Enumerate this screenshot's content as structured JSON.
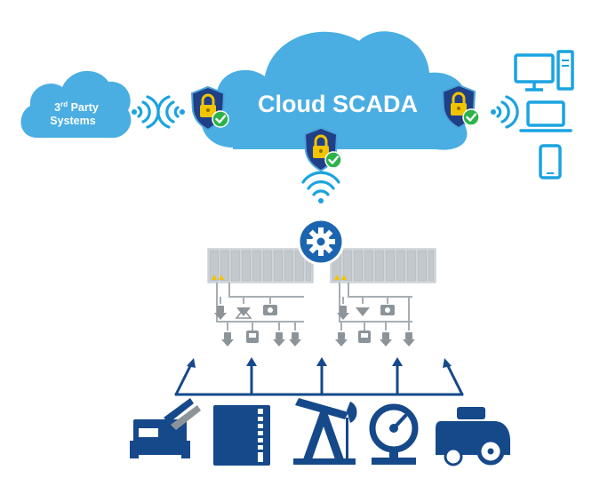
{
  "cloud": {
    "title": "Cloud SCADA"
  },
  "third_party": {
    "line1_prefix": "3",
    "line1_sup": "rd",
    "line1_suffix": " Party",
    "line2": "Systems"
  },
  "colors": {
    "cloud": "#4aaee3",
    "wifi": "#1aa3e0",
    "shield": "#1f3f86",
    "shield_trim": "#4aa3d8",
    "lock": "#f2c400",
    "check": "#2db34a",
    "devices": "#1aa3e0",
    "plant": "#15498a",
    "gear_ring": "#1b65b0",
    "rack": "#c8cdd1"
  },
  "icons": {
    "security": "shield-lock-check-icon",
    "wireless": "wifi-signal-icon",
    "gateway": "gear-icon",
    "clients": [
      "desktop-computer-icon",
      "laptop-icon",
      "smartphone-icon"
    ],
    "assets": [
      "generator-icon",
      "storage-tank-icon",
      "oil-pumpjack-icon",
      "pressure-gauge-icon",
      "compressor-icon"
    ]
  }
}
